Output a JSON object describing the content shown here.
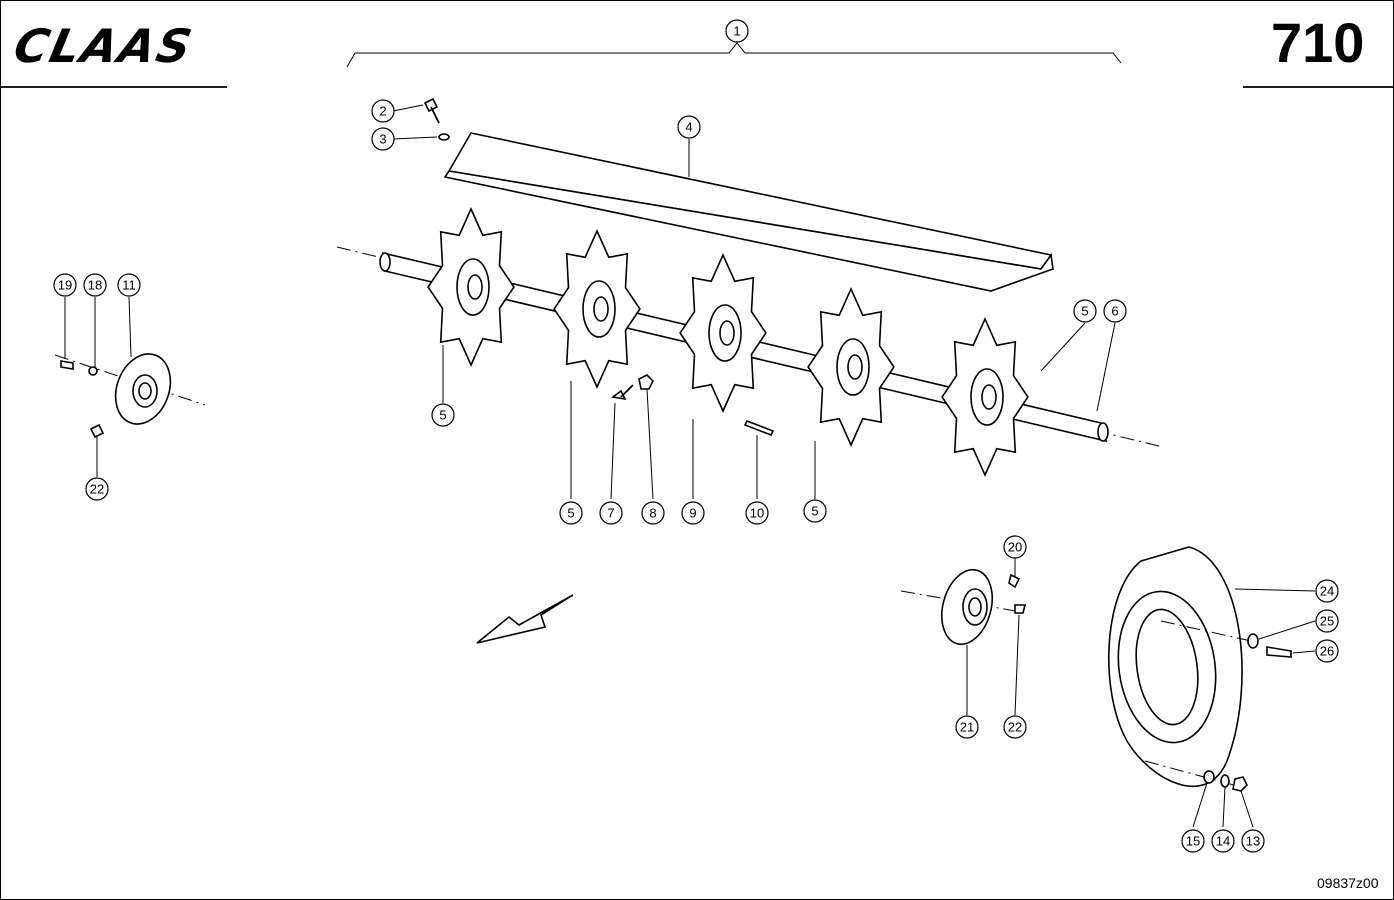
{
  "header": {
    "brand": "CLAAS",
    "page_number": "710"
  },
  "footer": {
    "drawing_code": "09837z00"
  },
  "callouts": [
    {
      "id": "c1",
      "label": "1"
    },
    {
      "id": "c2",
      "label": "2"
    },
    {
      "id": "c3",
      "label": "3"
    },
    {
      "id": "c4",
      "label": "4"
    },
    {
      "id": "c5a",
      "label": "5"
    },
    {
      "id": "c5b",
      "label": "5"
    },
    {
      "id": "c5c",
      "label": "5"
    },
    {
      "id": "c5d",
      "label": "5"
    },
    {
      "id": "c6",
      "label": "6"
    },
    {
      "id": "c7",
      "label": "7"
    },
    {
      "id": "c8",
      "label": "8"
    },
    {
      "id": "c9",
      "label": "9"
    },
    {
      "id": "c10",
      "label": "10"
    },
    {
      "id": "c5e",
      "label": "5"
    },
    {
      "id": "c11",
      "label": "11"
    },
    {
      "id": "c18",
      "label": "18"
    },
    {
      "id": "c19",
      "label": "19"
    },
    {
      "id": "c22a",
      "label": "22"
    },
    {
      "id": "c20",
      "label": "20"
    },
    {
      "id": "c21",
      "label": "21"
    },
    {
      "id": "c22b",
      "label": "22"
    },
    {
      "id": "c24",
      "label": "24"
    },
    {
      "id": "c25",
      "label": "25"
    },
    {
      "id": "c26",
      "label": "26"
    },
    {
      "id": "c15",
      "label": "15"
    },
    {
      "id": "c14",
      "label": "14"
    },
    {
      "id": "c13",
      "label": "13"
    }
  ]
}
